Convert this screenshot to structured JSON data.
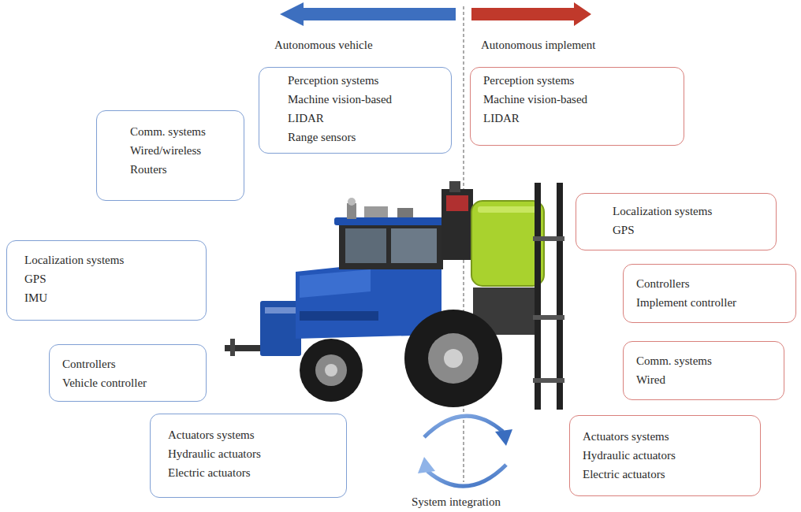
{
  "diagram": {
    "nodes": [
      {
        "text": [
          "Perception systems",
          "Machine vision-based",
          "LIDAR",
          "Range sensors"
        ]
      },
      {
        "text": [
          "Perception systems",
          "Machine vision-based",
          "LIDAR"
        ]
      },
      {
        "text": [
          "Comm. systems",
          "Wired/wireless",
          "Routers"
        ]
      },
      {
        "text": [
          "Localization systems",
          "GPS"
        ]
      },
      {
        "text": [
          "Localization systems",
          "GPS",
          "IMU"
        ]
      },
      {
        "text": [
          "Controllers",
          "Implement controller"
        ]
      },
      {
        "text": [
          "Controllers",
          "Vehicle controller"
        ]
      },
      {
        "text": [
          "Comm. systems",
          "Wired"
        ]
      },
      {
        "text": [
          "Actuators systems",
          "Hydraulic actuators",
          "Electric actuators"
        ]
      },
      {
        "text": [
          "Actuators systems",
          "Hydraulic actuators",
          "Electric actuators"
        ]
      }
    ],
    "labels": [
      "Autonomous vehicle",
      "Autonomous implement",
      "System integration"
    ]
  }
}
